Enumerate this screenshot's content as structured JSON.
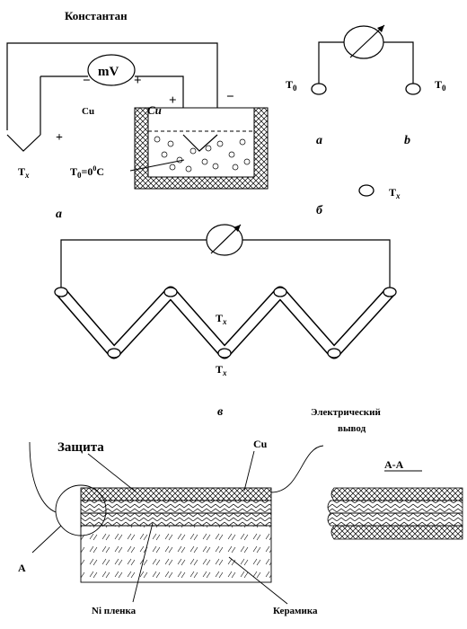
{
  "part_a": {
    "top_label": "Константан",
    "meter_label": "mV",
    "meter_minus": "−",
    "meter_plus": "+",
    "cu_left_label": "Cu",
    "cu_right_label": "Cu",
    "left_plus": "+",
    "right_plus": "+",
    "right_minus": "−",
    "tx_label": "T",
    "tx_sub": "x",
    "t0_label": "T",
    "t0_sub": "0",
    "t0_value": "=0",
    "t0_sup": "0",
    "t0_unit": "C",
    "caption": "а"
  },
  "part_b": {
    "t0_left": "T",
    "t0_left_sub": "0",
    "t0_right": "T",
    "t0_right_sub": "0",
    "leg_a": "a",
    "leg_b": "b",
    "tx_label": "T",
    "tx_sub": "x",
    "caption": "б"
  },
  "part_c": {
    "tx_upper": "T",
    "tx_upper_sub": "x",
    "tx_lower": "T",
    "tx_lower_sub": "x",
    "caption": "в"
  },
  "part_d": {
    "lead_label_1": "Электрический",
    "lead_label_2": "вывод",
    "protection_label": "Защита",
    "cu_label": "Cu",
    "section_label": "А-А",
    "point_label": "А",
    "film_label": "Ni пленка",
    "ceramic_label": "Керамика"
  }
}
